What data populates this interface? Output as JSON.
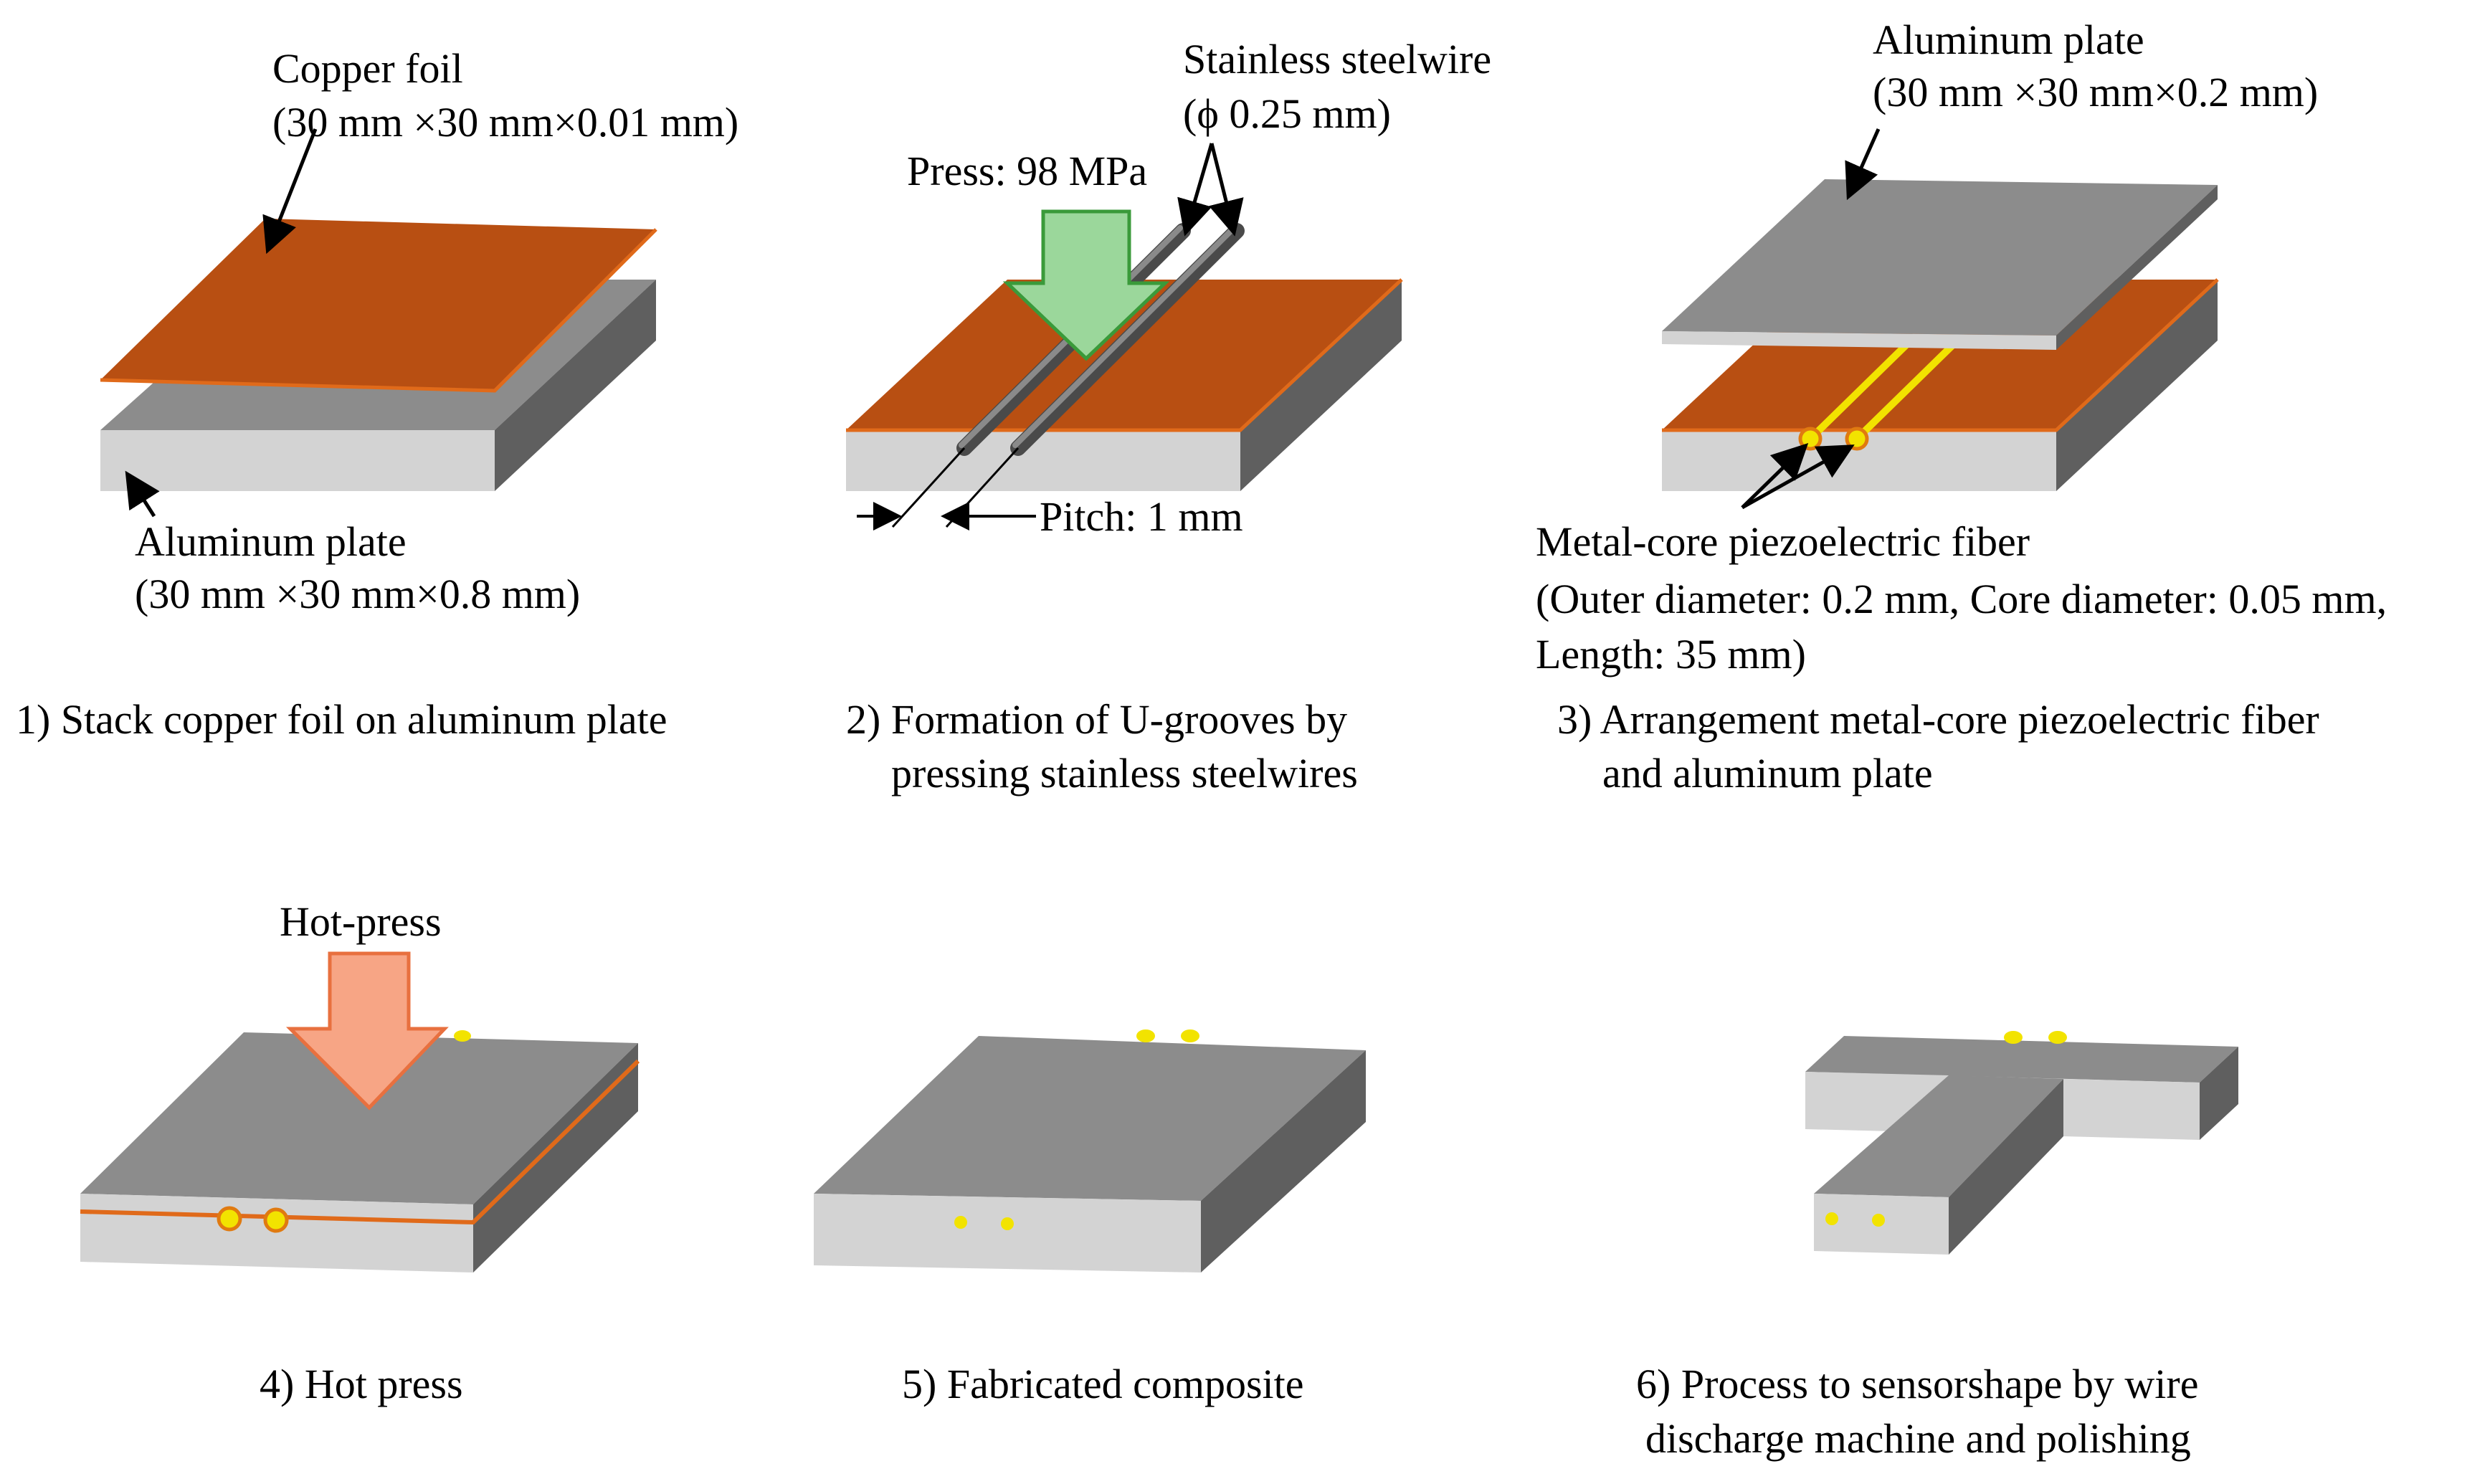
{
  "colors": {
    "copper": "#b84f12",
    "copper_edge": "#e06a1a",
    "alu_top": "#8c8c8c",
    "alu_front": "#d3d3d3",
    "alu_side": "#5f5f5f",
    "press_green": "#9bd79b",
    "press_green_edge": "#3a9a3a",
    "hot_orange": "#f7a585",
    "hot_orange_edge": "#e8703f",
    "fiber_yellow": "#f2e300"
  },
  "step1": {
    "copper_label": "Copper foil",
    "copper_dims": "(30 mm  ×30 mm×0.01  mm)",
    "alu_label": "Aluminum plate",
    "alu_dims": "(30 mm  ×30 mm×0.8  mm)",
    "caption": "1) Stack copper foil on aluminum plate"
  },
  "step2": {
    "wire_label": "Stainless steelwire",
    "wire_dims": "(ϕ 0.25 mm)",
    "press_label": "Press: 98 MPa",
    "pitch_label": "Pitch: 1 mm",
    "caption_line1": "2) Formation of U-grooves by",
    "caption_line2": "pressing stainless steelwires"
  },
  "step3": {
    "alu_label": "Aluminum plate",
    "alu_dims": "(30 mm  ×30 mm×0.2  mm)",
    "fiber_label": "Metal-core  piezoelectric  fiber",
    "fiber_dims_line1": "(Outer diameter: 0.2 mm, Core diameter: 0.05 mm,",
    "fiber_dims_line2": "Length: 35 mm)",
    "caption_line1": "3) Arrangement metal-core  piezoelectric  fiber",
    "caption_line2": "and aluminum plate"
  },
  "step4": {
    "hotpress_label": "Hot-press",
    "caption": "4) Hot press"
  },
  "step5": {
    "caption": "5) Fabricated composite"
  },
  "step6": {
    "caption_line1": "6) Process to sensorshape by wire",
    "caption_line2": "discharge machine and polishing"
  }
}
